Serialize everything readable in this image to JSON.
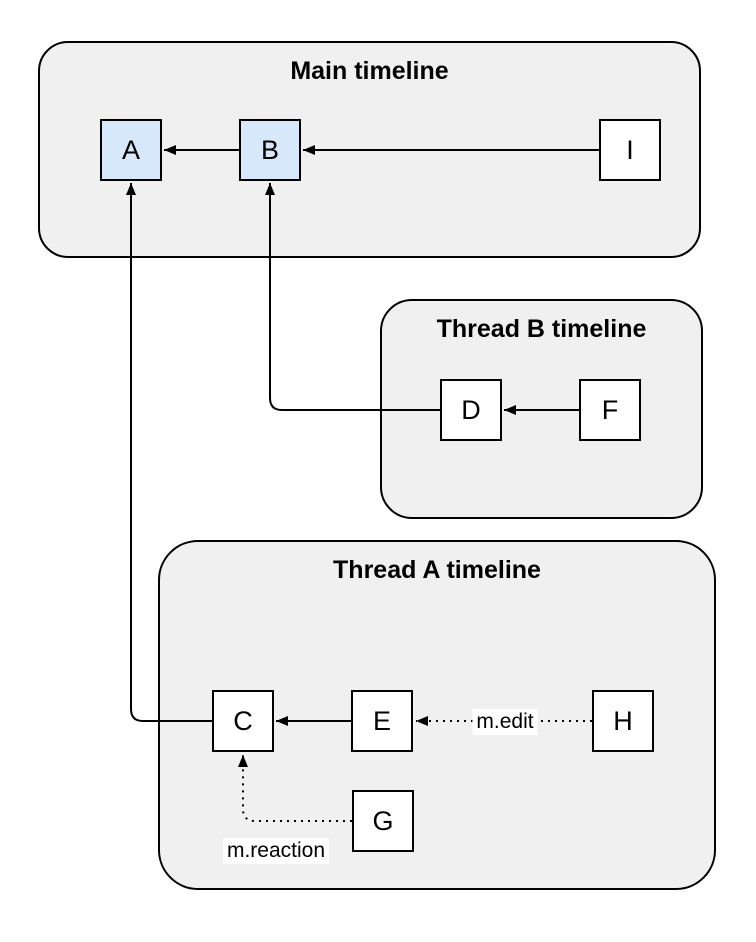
{
  "containers": {
    "main": {
      "title": "Main timeline"
    },
    "thread_b": {
      "title": "Thread B timeline"
    },
    "thread_a": {
      "title": "Thread A timeline"
    }
  },
  "nodes": {
    "a": {
      "label": "A",
      "container": "Main timeline",
      "highlighted": true
    },
    "b": {
      "label": "B",
      "container": "Main timeline",
      "highlighted": true
    },
    "i": {
      "label": "I",
      "container": "Main timeline",
      "highlighted": false
    },
    "d": {
      "label": "D",
      "container": "Thread B timeline",
      "highlighted": false
    },
    "f": {
      "label": "F",
      "container": "Thread B timeline",
      "highlighted": false
    },
    "c": {
      "label": "C",
      "container": "Thread A timeline",
      "highlighted": false
    },
    "e": {
      "label": "E",
      "container": "Thread A timeline",
      "highlighted": false
    },
    "h": {
      "label": "H",
      "container": "Thread A timeline",
      "highlighted": false
    },
    "g": {
      "label": "G",
      "container": "Thread A timeline",
      "highlighted": false
    }
  },
  "edges": [
    {
      "from": "B",
      "to": "A",
      "style": "solid",
      "label": ""
    },
    {
      "from": "I",
      "to": "B",
      "style": "solid",
      "label": ""
    },
    {
      "from": "D",
      "to": "B",
      "style": "solid",
      "label": ""
    },
    {
      "from": "F",
      "to": "D",
      "style": "solid",
      "label": ""
    },
    {
      "from": "C",
      "to": "A",
      "style": "solid",
      "label": ""
    },
    {
      "from": "E",
      "to": "C",
      "style": "solid",
      "label": ""
    },
    {
      "from": "H",
      "to": "E",
      "style": "dotted",
      "label": "m.edit"
    },
    {
      "from": "G",
      "to": "C",
      "style": "dotted",
      "label": "m.reaction"
    }
  ],
  "edge_labels": {
    "edit": "m.edit",
    "reaction": "m.reaction"
  },
  "colors": {
    "canvas_bg": "#ffffff",
    "container_fill": "#f0f0f0",
    "node_fill": "#ffffff",
    "highlight_fill": "#d8e8fb",
    "stroke": "#000000",
    "label_bg": "#ffffff"
  }
}
